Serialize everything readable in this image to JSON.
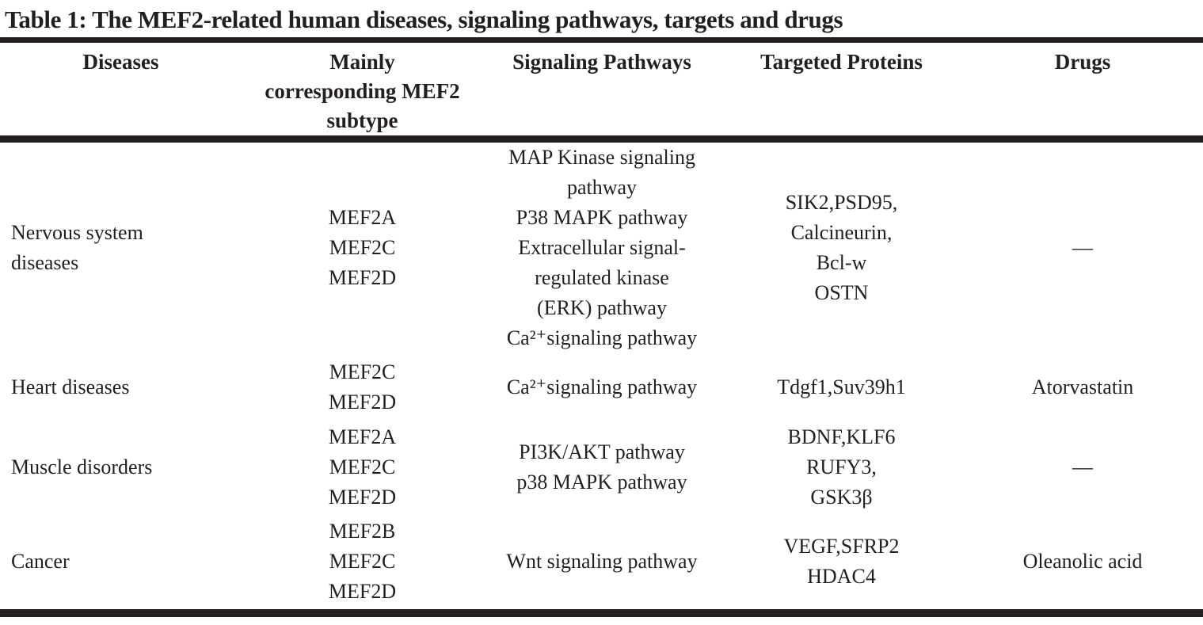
{
  "colors": {
    "background": "#ffffff",
    "text": "#231f20",
    "rule": "#231f20"
  },
  "caption": "Table 1: The MEF2-related human diseases, signaling pathways, targets and drugs",
  "table": {
    "headers": [
      "Diseases",
      [
        "Mainly",
        "corresponding MEF2",
        "subtype"
      ],
      "Signaling Pathways",
      "Targeted Proteins",
      "Drugs"
    ],
    "rows": [
      {
        "disease": [
          "Nervous system",
          "diseases"
        ],
        "mef2_subtypes": [
          "MEF2A",
          "MEF2C",
          "MEF2D"
        ],
        "signaling_pathways": [
          "MAP Kinase signaling",
          "pathway",
          "P38 MAPK pathway",
          "Extracellular signal-",
          "regulated kinase",
          "(ERK) pathway",
          "Ca²⁺signaling pathway"
        ],
        "targeted_proteins": [
          "SIK2,PSD95,",
          "Calcineurin,",
          "Bcl-w",
          "OSTN"
        ],
        "drugs": "—"
      },
      {
        "disease": "Heart diseases",
        "mef2_subtypes": [
          "MEF2C",
          "MEF2D"
        ],
        "signaling_pathways": [
          "Ca²⁺signaling pathway"
        ],
        "targeted_proteins": [
          "Tdgf1,Suv39h1"
        ],
        "drugs": "Atorvastatin"
      },
      {
        "disease": "Muscle disorders",
        "mef2_subtypes": [
          "MEF2A",
          "MEF2C",
          "MEF2D"
        ],
        "signaling_pathways": [
          "PI3K/AKT pathway",
          "p38 MAPK pathway"
        ],
        "targeted_proteins": [
          "BDNF,KLF6",
          "RUFY3,",
          "GSK3β"
        ],
        "drugs": "—"
      },
      {
        "disease": "Cancer",
        "mef2_subtypes": [
          "MEF2B",
          "MEF2C",
          "MEF2D"
        ],
        "signaling_pathways": [
          "Wnt signaling pathway"
        ],
        "targeted_proteins": [
          "VEGF,SFRP2",
          "HDAC4"
        ],
        "drugs": "Oleanolic acid"
      }
    ]
  }
}
